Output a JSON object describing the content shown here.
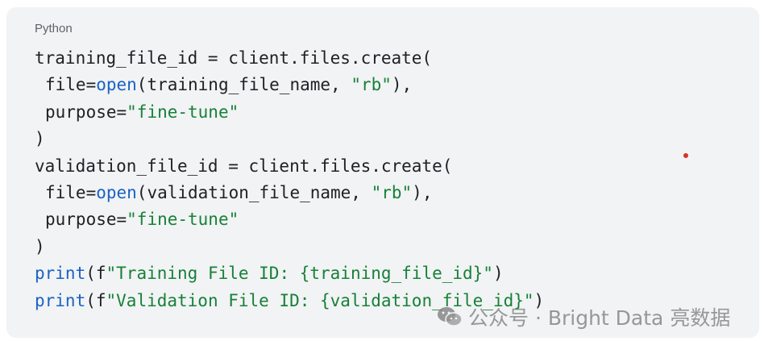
{
  "code_block": {
    "language": "Python",
    "lines": [
      [
        {
          "t": "training_file_id = client.files.create(",
          "c": "plain"
        }
      ],
      [
        {
          "t": "file=",
          "c": "plain"
        },
        {
          "t": "open",
          "c": "kw-fn"
        },
        {
          "t": "(training_file_name, ",
          "c": "plain"
        },
        {
          "t": "\"rb\"",
          "c": "str"
        },
        {
          "t": "),",
          "c": "plain"
        }
      ],
      [
        {
          "t": "purpose=",
          "c": "plain"
        },
        {
          "t": "\"fine-tune\"",
          "c": "str"
        }
      ],
      [
        {
          "t": ")",
          "c": "plain"
        }
      ],
      [
        {
          "t": "validation_file_id = client.files.create(",
          "c": "plain"
        }
      ],
      [
        {
          "t": "file=",
          "c": "plain"
        },
        {
          "t": "open",
          "c": "kw-fn"
        },
        {
          "t": "(validation_file_name, ",
          "c": "plain"
        },
        {
          "t": "\"rb\"",
          "c": "str"
        },
        {
          "t": "),",
          "c": "plain"
        }
      ],
      [
        {
          "t": "purpose=",
          "c": "plain"
        },
        {
          "t": "\"fine-tune\"",
          "c": "str"
        }
      ],
      [
        {
          "t": ")",
          "c": "plain"
        }
      ],
      [
        {
          "t": "print",
          "c": "kw-fn"
        },
        {
          "t": "(f",
          "c": "plain"
        },
        {
          "t": "\"Training File ID: {training_file_id}\"",
          "c": "str"
        },
        {
          "t": ")",
          "c": "plain"
        }
      ],
      [
        {
          "t": "print",
          "c": "kw-fn"
        },
        {
          "t": "(f",
          "c": "plain"
        },
        {
          "t": "\"Validation File ID: {validation_file_id}\"",
          "c": "str"
        },
        {
          "t": ")",
          "c": "plain"
        }
      ]
    ],
    "indented_lines": [
      1,
      2,
      5,
      6
    ]
  },
  "watermark": {
    "icon": "wechat-icon",
    "text": "公众号 · Bright Data 亮数据"
  },
  "colors": {
    "background": "#f1f3f4",
    "function": "#1a62c4",
    "string": "#188038",
    "text": "#202124",
    "label": "#5f6368",
    "dot": "#d93025"
  }
}
